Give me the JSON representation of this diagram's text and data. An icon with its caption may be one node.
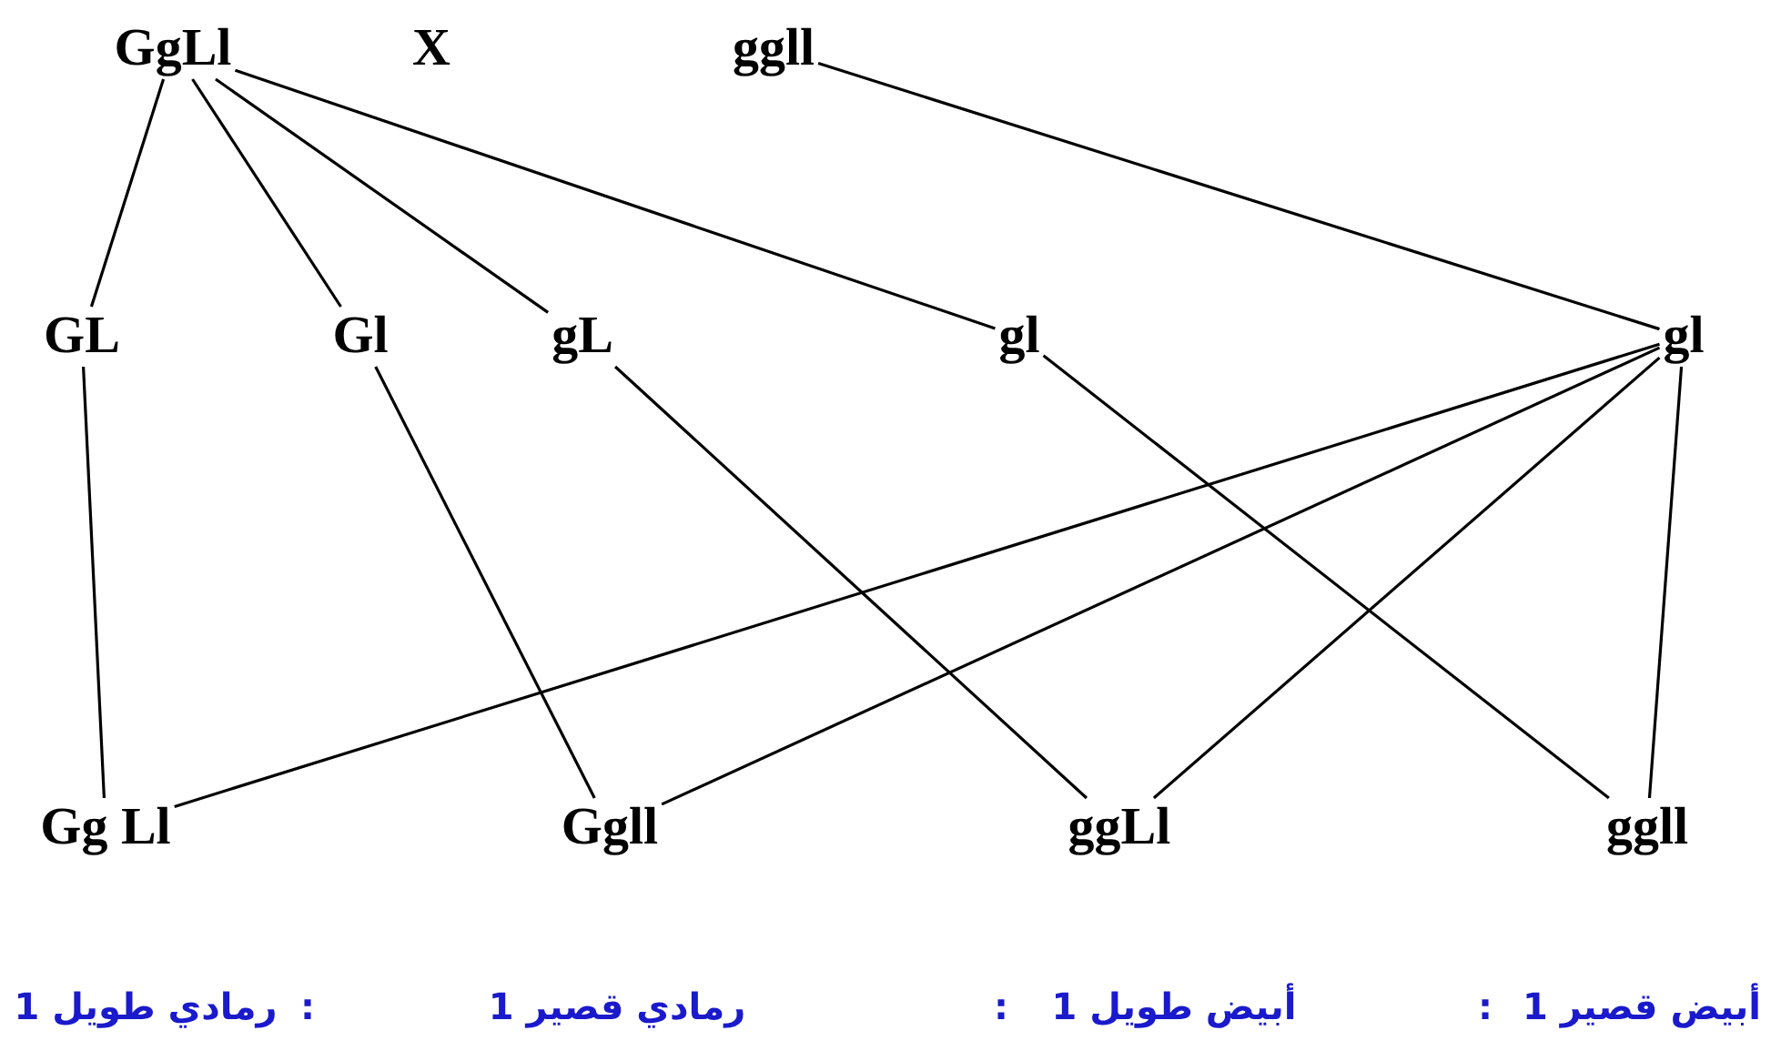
{
  "diagram": {
    "nodes": [
      {
        "text": [
          "GgLl"
        ]
      },
      {
        "text": [
          "ggll"
        ]
      },
      {
        "text": [
          "GL"
        ]
      },
      {
        "text": [
          "Gl"
        ]
      },
      {
        "text": [
          "gL"
        ]
      },
      {
        "text": [
          "gl"
        ]
      },
      {
        "text": [
          "gl"
        ]
      },
      {
        "text": [
          "Gg Ll"
        ]
      },
      {
        "text": [
          "Ggll"
        ]
      },
      {
        "text": [
          "ggLl"
        ]
      },
      {
        "text": [
          "ggll"
        ]
      }
    ],
    "edges": [
      {
        "from": 0,
        "to": 2,
        "arrow": "none"
      },
      {
        "from": 0,
        "to": 3,
        "arrow": "none"
      },
      {
        "from": 0,
        "to": 4,
        "arrow": "none"
      },
      {
        "from": 0,
        "to": 5,
        "arrow": "none"
      },
      {
        "from": 1,
        "to": 6,
        "arrow": "none"
      },
      {
        "from": 2,
        "to": 7,
        "arrow": "none"
      },
      {
        "from": 3,
        "to": 8,
        "arrow": "none"
      },
      {
        "from": 4,
        "to": 9,
        "arrow": "none"
      },
      {
        "from": 5,
        "to": 10,
        "arrow": "none"
      },
      {
        "from": 6,
        "to": 7,
        "arrow": "none"
      },
      {
        "from": 6,
        "to": 8,
        "arrow": "none"
      },
      {
        "from": 6,
        "to": 9,
        "arrow": "none"
      },
      {
        "from": 6,
        "to": 10,
        "arrow": "none"
      }
    ],
    "labels": [
      "X",
      "أبيض قصير  1",
      ":",
      "أبيض طويل  1",
      ":",
      "رمادي قصير  1",
      ":",
      "رمادي طويل  1"
    ]
  }
}
